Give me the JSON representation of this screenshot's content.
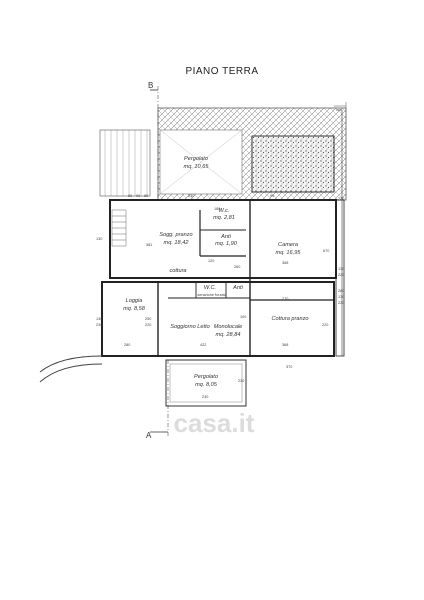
{
  "title": "PIANO TERRA",
  "watermark": "casa.it",
  "section_marks": {
    "top": "B",
    "bottom": "A"
  },
  "rooms": [
    {
      "id": "pergolato-top",
      "name": "Pergolato",
      "area": "mq. 10,65"
    },
    {
      "id": "wc-top",
      "name": "W.c.",
      "area": "mq. 2,81"
    },
    {
      "id": "sogg-pranzo",
      "name": "Sogg. pranzo",
      "area": "mq. 18,42"
    },
    {
      "id": "anti-top",
      "name": "Anti",
      "area": "mq. 1,90"
    },
    {
      "id": "camera",
      "name": "Camera",
      "area": "mq. 16,95"
    },
    {
      "id": "cottura-top",
      "name": "cottura",
      "area": ""
    },
    {
      "id": "wc-mid",
      "name": "W.C.",
      "area": ""
    },
    {
      "id": "anti-mid",
      "name": "Anti",
      "area": ""
    },
    {
      "id": "aerazione",
      "name": "aerazione forzata",
      "area": ""
    },
    {
      "id": "loggia",
      "name": "Loggia",
      "area": "mq. 8,58"
    },
    {
      "id": "soggiorno-letto",
      "name": "Soggiorno Letto",
      "area": ""
    },
    {
      "id": "monolocale",
      "name": "Monolocale",
      "area": "mq. 28,84"
    },
    {
      "id": "cottura-pranzo",
      "name": "Cottura pranzo",
      "area": ""
    },
    {
      "id": "pergolato-bottom",
      "name": "Pergolato",
      "area": "mq. 8,05"
    }
  ],
  "dimensions": {
    "d1": "80",
    "d2": "90",
    "d3": "80",
    "d4": "230",
    "d5": "90",
    "d6": "130",
    "d7": "381",
    "d8": "130",
    "d9": "220",
    "d10": "260",
    "d11": "368",
    "d12": "670",
    "d13": "130",
    "d14": "230",
    "d15": "250",
    "d16": "220",
    "d17": "280",
    "d18": "422",
    "d19": "368",
    "d20": "100",
    "d21": "220",
    "d22": "280",
    "d23": "370",
    "d24": "130",
    "d25": "220",
    "d26": "270",
    "d27": "230",
    "d28": "230",
    "d29": "230",
    "d30": "120",
    "d31": "180"
  }
}
